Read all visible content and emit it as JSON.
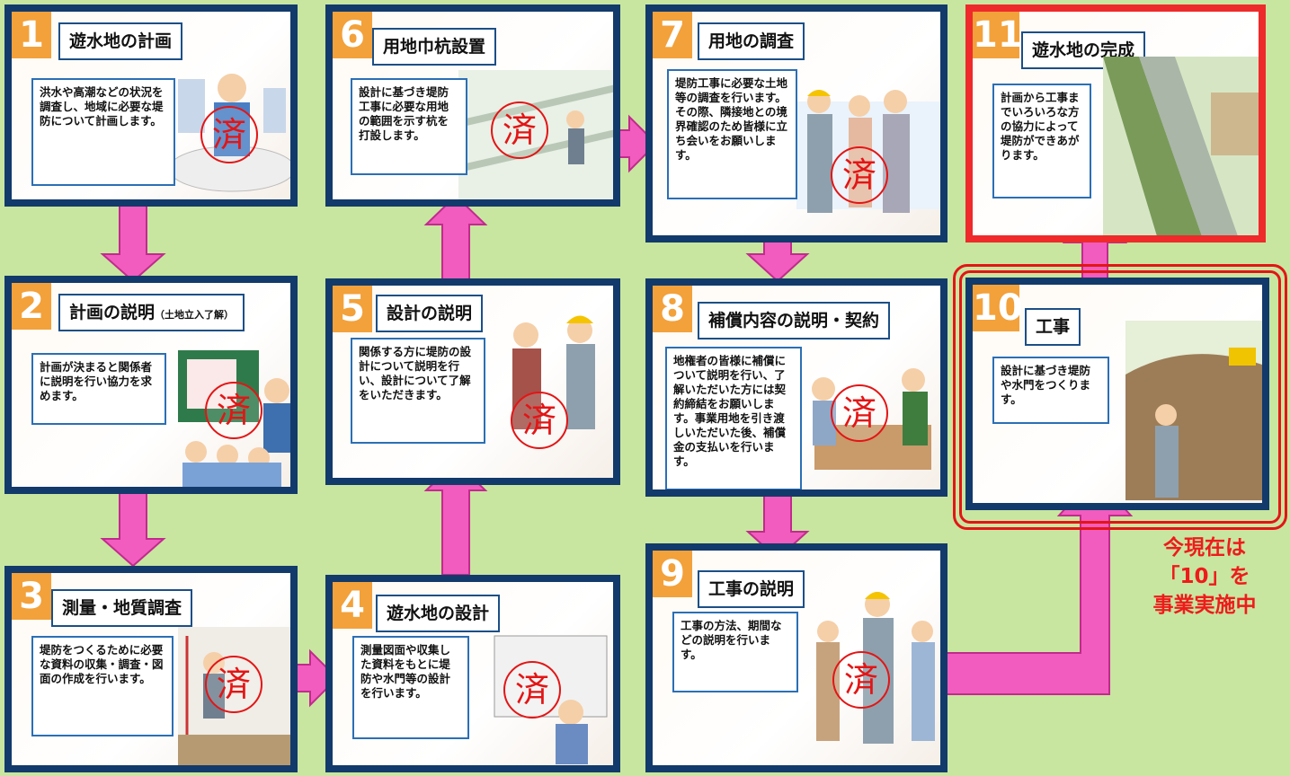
{
  "steps": [
    {
      "num": "1",
      "title": "遊水地の計画",
      "desc": "洪水や高潮などの状況を調査し、地域に必要な堤防について計画します。",
      "mark": "済"
    },
    {
      "num": "2",
      "title": "計画の説明",
      "title_note": "（土地立入了解）",
      "desc": "計画が決まると関係者に説明を行い協力を求めます。",
      "mark": "済"
    },
    {
      "num": "3",
      "title": "測量・地質調査",
      "desc": "堤防をつくるために必要な資料の収集・調査・図面の作成を行います。",
      "mark": "済"
    },
    {
      "num": "4",
      "title": "遊水地の設計",
      "desc": "測量図面や収集した資料をもとに堤防や水門等の設計を行います。",
      "mark": "済"
    },
    {
      "num": "5",
      "title": "設計の説明",
      "desc": "関係する方に堤防の設計について説明を行い、設計について了解をいただきます。",
      "mark": "済"
    },
    {
      "num": "6",
      "title": "用地巾杭設置",
      "desc": "設計に基づき堤防工事に必要な用地の範囲を示す杭を打設します。",
      "mark": "済"
    },
    {
      "num": "7",
      "title": "用地の調査",
      "desc": "堤防工事に必要な土地等の調査を行います。その際、隣接地との境界確認のため皆様に立ち会いをお願いします。",
      "mark": "済"
    },
    {
      "num": "8",
      "title": "補償内容の説明・契約",
      "desc": "地権者の皆様に補償について説明を行い、了解いただいた方には契約締結をお願いします。事業用地を引き渡しいただいた後、補償金の支払いを行います。",
      "mark": "済"
    },
    {
      "num": "9",
      "title": "工事の説明",
      "desc": "工事の方法、期間などの説明を行います。",
      "mark": "済"
    },
    {
      "num": "10",
      "title": "工事",
      "desc": "設計に基づき堤防や水門をつくります。",
      "mark": ""
    },
    {
      "num": "11",
      "title": "遊水地の完成",
      "desc": "計画から工事までいろいろな方の協力によって堤防ができあがります。",
      "mark": ""
    }
  ],
  "status_note": [
    "今現在は",
    "「10」を",
    "事業実施中"
  ],
  "colors": {
    "background": "#c8e6a0",
    "card_border": "#123a6b",
    "arrow": "#f25cbf",
    "status": "#ef1b1b",
    "number_badge": "#f3a13a"
  }
}
